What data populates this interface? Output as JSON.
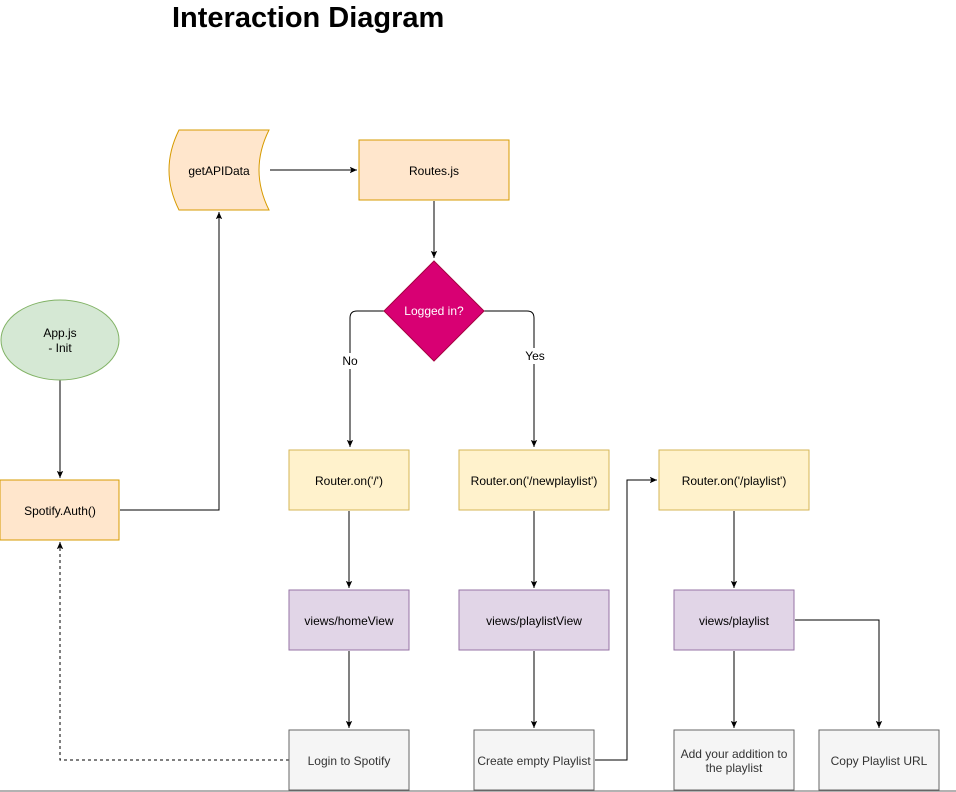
{
  "title": "Interaction Diagram",
  "nodes": {
    "app_js": [
      "App.js",
      "- Init"
    ],
    "spotify_auth": "Spotify.Auth()",
    "get_api_data": "getAPIData",
    "routes_js": "Routes.js",
    "logged_in": "Logged in?",
    "router_home": "Router.on('/')",
    "router_newplaylist": "Router.on('/newplaylist')",
    "router_playlist": "Router.on('/playlist')",
    "views_home": "views/homeView",
    "views_playlistview": "views/playlistView",
    "views_playlist": "views/playlist",
    "login_spotify": "Login to Spotify",
    "create_playlist": "Create empty Playlist",
    "add_addition": [
      "Add your addition to",
      "the playlist"
    ],
    "copy_url": "Copy Playlist URL"
  },
  "edge_labels": {
    "no": "No",
    "yes": "Yes"
  },
  "colors": {
    "orange_fill": "#ffe6cc",
    "orange_stroke": "#d79b00",
    "yellow_fill": "#fff2cc",
    "yellow_stroke": "#d6b656",
    "purple_fill": "#e1d5e7",
    "purple_stroke": "#9673a6",
    "green_fill": "#d5e8d4",
    "green_stroke": "#82b366",
    "gray_fill": "#f5f5f5",
    "gray_stroke": "#666666",
    "decision_fill": "#d80073",
    "decision_stroke": "#a50040"
  }
}
